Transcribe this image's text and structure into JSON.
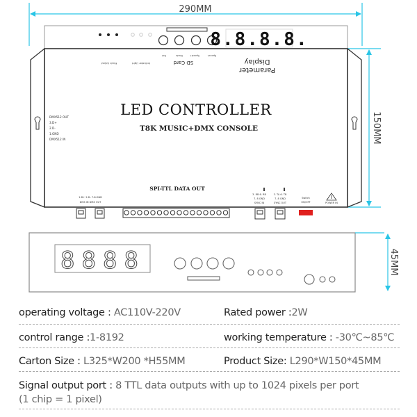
{
  "dimensions": {
    "width": "290MM",
    "depth": "150MM",
    "height": "45MM"
  },
  "top_view": {
    "title": "LED CONTROLLER",
    "subtitle": "T8K MUSIC+DMX CONSOLE",
    "parameter_display": [
      "Parameter",
      "Display"
    ],
    "sd_card": "SD Card",
    "display_digits": "8.8.8.8.",
    "button_labels": [
      "Set",
      "Mode",
      "Speed+",
      "Speed-"
    ],
    "group_labels": [
      "Music Adjust",
      "Indicator Light"
    ],
    "dmx_labels": [
      "DMX512 OUT",
      "3.D+",
      "2.D-",
      "1.GND",
      "DMX512 IN"
    ],
    "data_out_label": "SPI-TTL  DATA OUT",
    "dmx_port_labels": [
      "1:D+ 2:D- 7-8:GND",
      "DMX IN  DMX OUT"
    ],
    "sync_in_labels": [
      "3. RB  6. RB",
      "7. 8 GND",
      "SYNC IN"
    ],
    "sync_out_labels": [
      "3. TA  6. TB",
      "7. 8 GND",
      "SYNC OUT"
    ],
    "switch_labels": [
      "Switch",
      "ON/OFF"
    ],
    "warning_label": "POWER IN",
    "switch_color": "#e0201e"
  },
  "front_view": {
    "display_digits": "8888"
  },
  "dimension_color": "#29c5e6",
  "specs": [
    {
      "label": "operating voltage : ",
      "value": "AC110V-220V"
    },
    {
      "label": "Rated power :",
      "value": "2W"
    },
    {
      "label": "control range :",
      "value": "1-8192"
    },
    {
      "label": "working temperature : ",
      "value": "-30℃~85℃"
    },
    {
      "label": "Carton Size : ",
      "value": "L325*W200 *H55MM"
    },
    {
      "label": "Product Size: ",
      "value": "L290*W150*45MM"
    },
    {
      "label": "Signal output port : ",
      "value": "8 TTL data outputs with up to 1024 pixels per port"
    },
    {
      "label": "",
      "value": "(1 chip = 1 pixel)"
    }
  ]
}
